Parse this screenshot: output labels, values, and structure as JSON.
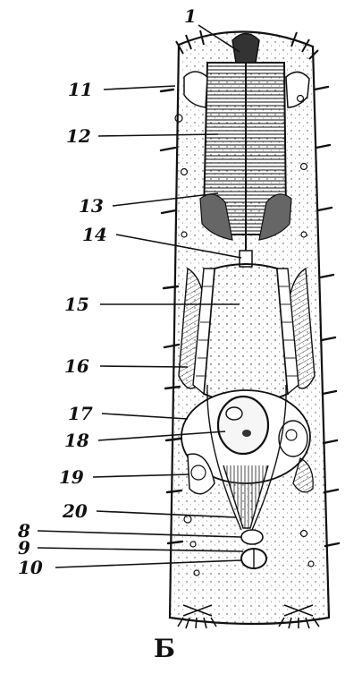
{
  "figure": {
    "caption": "Б",
    "labels": [
      "1",
      "11",
      "12",
      "13",
      "14",
      "15",
      "16",
      "17",
      "18",
      "19",
      "20",
      "8",
      "9",
      "10"
    ]
  }
}
